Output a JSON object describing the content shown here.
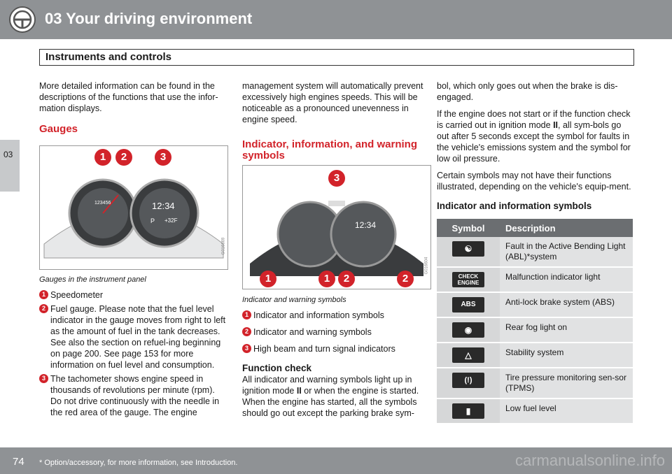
{
  "header": {
    "chapter_title": "03 Your driving environment",
    "section_title": "Instruments and controls"
  },
  "side_tab": {
    "label": "03"
  },
  "col1": {
    "intro": "More detailed information can be found in the descriptions of the functions that use the infor-mation displays.",
    "heading": "Gauges",
    "caption": "Gauges in the instrument panel",
    "items": [
      {
        "num": "1",
        "text": "Speedometer"
      },
      {
        "num": "2",
        "text": "Fuel gauge. Please note that the fuel level indicator in the gauge moves from right to left as the amount of fuel in the tank decreases. See also the section on refuel-ing beginning on page 200. See page 153 for more information on fuel level and consumption."
      },
      {
        "num": "3",
        "text": "The tachometer shows engine speed in thousands of revolutions per minute (rpm). Do not drive continuously with the needle in the red area of the gauge. The engine"
      }
    ],
    "figure": {
      "badges": [
        "1",
        "2",
        "3"
      ],
      "odometer": "123456",
      "clock": "12:34",
      "gear": "P",
      "temp": "+32F",
      "code": "G016669"
    }
  },
  "col2": {
    "continued": "management system will automatically prevent excessively high engines speeds. This will be noticeable as a pronounced unevenness in engine speed.",
    "heading": "Indicator, information, and warning symbols",
    "caption": "Indicator and warning symbols",
    "items": [
      {
        "num": "1",
        "text": "Indicator and information symbols"
      },
      {
        "num": "2",
        "text": "Indicator and warning symbols"
      },
      {
        "num": "3",
        "text": "High beam and turn signal indicators"
      }
    ],
    "figure": {
      "badges_bottom": [
        "1",
        "1",
        "2",
        "2"
      ],
      "badge_top": "3",
      "clock": "12:34",
      "code": "G016604"
    },
    "function_heading": "Function check",
    "function_text_a": "All indicator and warning symbols light up in ignition mode ",
    "function_mode": "II",
    "function_text_b": " or when the engine is started. When the engine has started, all the symbols should go out except the parking brake sym-"
  },
  "col3": {
    "p1": "bol, which only goes out when the brake is dis-engaged.",
    "p2a": "If the engine does not start or if the function check is carried out in ignition mode ",
    "p2mode": "II",
    "p2b": ", all sym-bols go out after 5 seconds except the symbol for faults in the vehicle's emissions system and the symbol for low oil pressure.",
    "p3": "Certain symbols may not have their functions illustrated, depending on the vehicle's equip-ment.",
    "table_heading": "Indicator and information symbols",
    "table": {
      "headers": [
        "Symbol",
        "Description"
      ],
      "rows": [
        {
          "icon": "active-bending-light-icon",
          "glyph": "",
          "desc": "Fault in the Active Bending Light (ABL)*system"
        },
        {
          "icon": "check-engine-icon",
          "glyph": "CHECK ENGINE",
          "desc": "Malfunction indicator light"
        },
        {
          "icon": "abs-icon",
          "glyph": "ABS",
          "desc": "Anti-lock brake system (ABS)"
        },
        {
          "icon": "rear-fog-light-icon",
          "glyph": "",
          "desc": "Rear fog light on"
        },
        {
          "icon": "stability-system-icon",
          "glyph": "",
          "desc": "Stability system"
        },
        {
          "icon": "tire-pressure-icon",
          "glyph": "(!)",
          "desc": "Tire pressure monitoring sen-sor (TPMS)"
        },
        {
          "icon": "low-fuel-icon",
          "glyph": "",
          "desc": "Low fuel level"
        }
      ]
    }
  },
  "footer": {
    "page_number": "74",
    "footnote": "* Option/accessory, for more information, see Introduction.",
    "watermark": "carmanualsonline.info"
  },
  "colors": {
    "header_gray": "#8f9295",
    "accent_red": "#d2232a",
    "table_header": "#6b6e71"
  }
}
